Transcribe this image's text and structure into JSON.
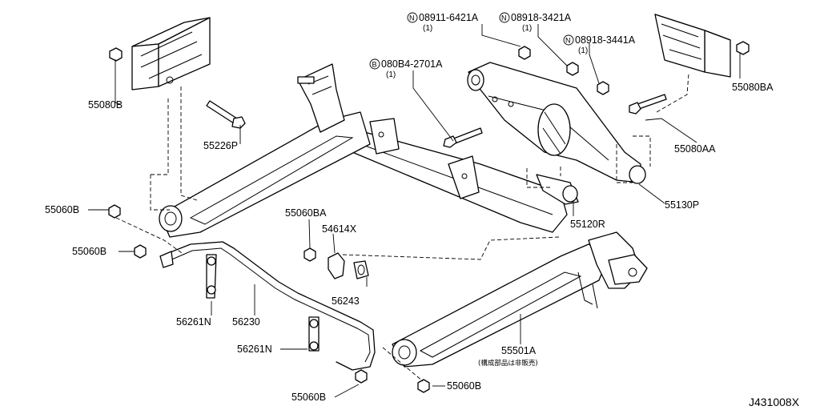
{
  "diagram_ref": "J431008X",
  "labels": {
    "p55080B": "55080B",
    "p55226P": "55226P",
    "p55060B_1": "55060B",
    "p55060B_2": "55060B",
    "p55060B_3": "55060B",
    "p55060B_4": "55060B",
    "p55060BA": "55060BA",
    "p54614X": "54614X",
    "p56243": "56243",
    "p56261N_1": "56261N",
    "p56261N_2": "56261N",
    "p56230": "56230",
    "p55501A": "55501A",
    "p55501A_note": "(構成部品は非販売)",
    "p55120R": "55120R",
    "p55130P": "55130P",
    "p55080AA": "55080AA",
    "p55080BA": "55080BA",
    "p08911": "08911-6421A",
    "p08911_qty": "(1)",
    "p08918_1": "08918-3421A",
    "p08918_1_qty": "(1)",
    "p08918_2": "08918-3441A",
    "p08918_2_qty": "(1)",
    "p080B4": "080B4-2701A",
    "p080B4_qty": "(1)"
  },
  "symbols": {
    "n": "N",
    "b": "B"
  }
}
